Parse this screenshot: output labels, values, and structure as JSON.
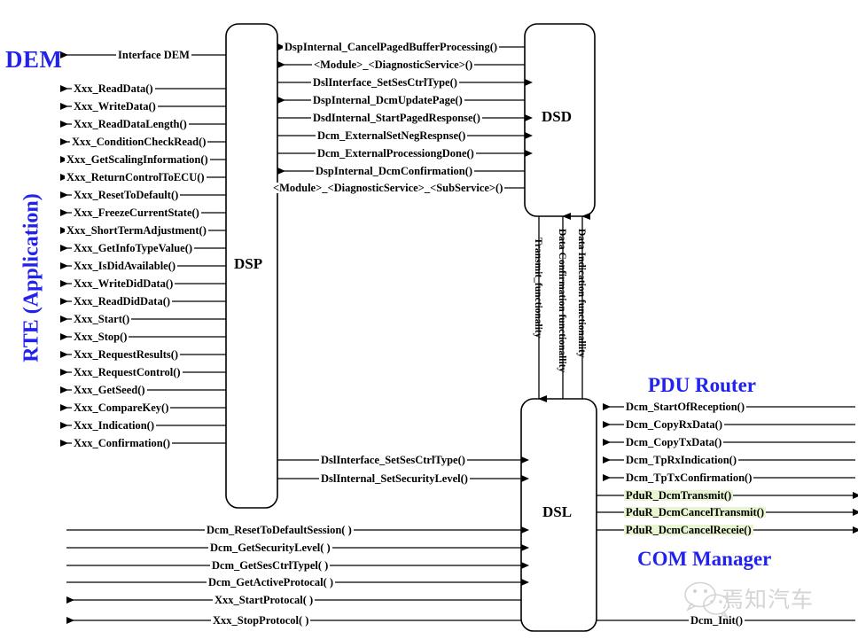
{
  "title": "AUTOSAR DCM module interaction diagram",
  "actors": {
    "dem": "DEM",
    "rte": "RTE (Application)",
    "pdu_router": "PDU Router",
    "com_manager": "COM Manager"
  },
  "boxes": {
    "dsp": "DSP",
    "dsd": "DSD",
    "dsl": "DSL"
  },
  "colors": {
    "actor_blue": "#2222ee",
    "highlight_green": "#e9f5d2",
    "line": "#000000",
    "box_stroke": "#000000",
    "background": "#ffffff"
  },
  "dem_interface": {
    "label": "Interface DEM",
    "direction": "left"
  },
  "rte_dsp_signals": [
    {
      "label": "Xxx_ReadData()",
      "direction": "left"
    },
    {
      "label": "Xxx_WriteData()",
      "direction": "left"
    },
    {
      "label": "Xxx_ReadDataLength()",
      "direction": "left"
    },
    {
      "label": "Xxx_ConditionCheckRead()",
      "direction": "left"
    },
    {
      "label": "Xxx_GetScalingInformation()",
      "direction": "left"
    },
    {
      "label": "Xxx_ReturnControlToECU()",
      "direction": "left"
    },
    {
      "label": "Xxx_ResetToDefault()",
      "direction": "left"
    },
    {
      "label": "Xxx_FreezeCurrentState()",
      "direction": "left"
    },
    {
      "label": "Xxx_ShortTermAdjustment()",
      "direction": "left"
    },
    {
      "label": "Xxx_GetInfoTypeValue()",
      "direction": "left"
    },
    {
      "label": "Xxx_IsDidAvailable()",
      "direction": "left"
    },
    {
      "label": "Xxx_WriteDidData()",
      "direction": "left"
    },
    {
      "label": "Xxx_ReadDidData()",
      "direction": "left"
    },
    {
      "label": "Xxx_Start()",
      "direction": "left"
    },
    {
      "label": "Xxx_Stop()",
      "direction": "left"
    },
    {
      "label": "Xxx_RequestResults()",
      "direction": "left"
    },
    {
      "label": "Xxx_RequestControl()",
      "direction": "left"
    },
    {
      "label": "Xxx_GetSeed()",
      "direction": "left"
    },
    {
      "label": "Xxx_CompareKey()",
      "direction": "left"
    },
    {
      "label": "Xxx_Indication()",
      "direction": "left"
    },
    {
      "label": "Xxx_Confirmation()",
      "direction": "left"
    }
  ],
  "dsp_dsd_signals": [
    {
      "label": "DspInternal_CancelPagedBufferProcessing()",
      "direction": "left"
    },
    {
      "label": "<Module>_<DiagnosticService>()",
      "direction": "left"
    },
    {
      "label": "DslInterface_SetSesCtrlType()",
      "direction": "right"
    },
    {
      "label": "DspInternal_DcmUpdatePage()",
      "direction": "left"
    },
    {
      "label": "DsdInternal_StartPagedResponse()",
      "direction": "right"
    },
    {
      "label": "Dcm_ExternalSetNegRespnse()",
      "direction": "right"
    },
    {
      "label": "Dcm_ExternalProcessiongDone()",
      "direction": "right"
    },
    {
      "label": "DspInternal_DcmConfirmation()",
      "direction": "left"
    },
    {
      "label": "<Module>_<DiagnosticService>_<SubService>()",
      "direction": "none"
    }
  ],
  "dsd_dsl_signals": [
    {
      "label": "Transmit_functionality",
      "direction": "down"
    },
    {
      "label": "Data Confirmation functionallity",
      "direction": "up"
    },
    {
      "label": "Data Indication functionallity",
      "direction": "up"
    }
  ],
  "dsp_dsl_signals": [
    {
      "label": "DslInterface_SetSesCtrlType()",
      "direction": "right"
    },
    {
      "label": "DslInternal_SetSecurityLevel()",
      "direction": "right"
    }
  ],
  "dsl_pdur_signals": [
    {
      "label": "Dcm_StartOfReception()",
      "direction": "left",
      "highlight": false
    },
    {
      "label": "Dcm_CopyRxData()",
      "direction": "left",
      "highlight": false
    },
    {
      "label": "Dcm_CopyTxData()",
      "direction": "left",
      "highlight": false
    },
    {
      "label": "Dcm_TpRxIndication()",
      "direction": "left",
      "highlight": false
    },
    {
      "label": "Dcm_TpTxConfirmation()",
      "direction": "left",
      "highlight": false
    },
    {
      "label": "PduR_DcmTransmit()",
      "direction": "right",
      "highlight": true
    },
    {
      "label": "PduR_DcmCancelTransmit()",
      "direction": "right",
      "highlight": true
    },
    {
      "label": "PduR_DcmCancelReceie()",
      "direction": "right",
      "highlight": true
    }
  ],
  "rte_dsl_signals": [
    {
      "label": "Dcm_ResetToDefaultSession( )",
      "direction": "right"
    },
    {
      "label": "Dcm_GetSecurityLevel( )",
      "direction": "right"
    },
    {
      "label": "Dcm_GetSesCtrlTypel( )",
      "direction": "right"
    },
    {
      "label": "Dcm_GetActiveProtocal( )",
      "direction": "right"
    },
    {
      "label": "Xxx_StartProtocal( )",
      "direction": "left"
    },
    {
      "label": "Xxx_StopProtocol( )",
      "direction": "left"
    }
  ],
  "dcm_init": {
    "label": "Dcm_Init()",
    "direction": "none"
  },
  "watermark": {
    "text": "焉知汽车",
    "icon": "wechat-icon"
  }
}
